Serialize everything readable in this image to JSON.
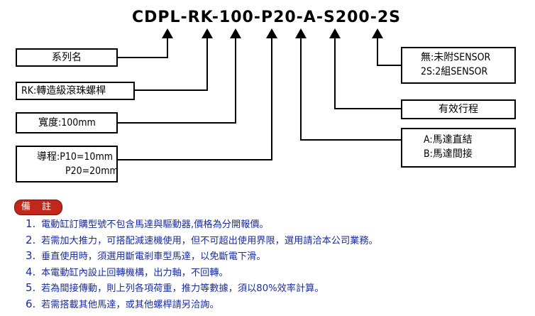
{
  "model_code": "CDPL-RK-100-P20-A-S200-2S",
  "left_boxes": [
    {
      "id": "series",
      "lines": [
        "系列名"
      ]
    },
    {
      "id": "screw",
      "lines": [
        "RK:轉造級滾珠螺桿"
      ]
    },
    {
      "id": "width",
      "lines": [
        "寬度:100mm"
      ]
    },
    {
      "id": "lead",
      "lines": [
        "導程:P10=10mm",
        "P20=20mm"
      ]
    }
  ],
  "right_boxes": [
    {
      "id": "sensor",
      "lines": [
        "無:未附SENSOR",
        "2S:2組SENSOR"
      ]
    },
    {
      "id": "stroke",
      "lines": [
        "有效行程"
      ]
    },
    {
      "id": "motor",
      "lines": [
        "A:馬達直結",
        "B:馬達間接"
      ]
    }
  ],
  "notes_label": "備 註",
  "notes": [
    {
      "num": "1.",
      "text": "電動缸訂購型號不包含馬達與驅動器,價格為分開報價。"
    },
    {
      "num": "2.",
      "text": "若需加大推力，可搭配減速機使用，但不可超出使用界限，選用請洽本公司業務。"
    },
    {
      "num": "3.",
      "text": "垂直使用時，須選用斷電剎車型馬達，以免斷電下滑。"
    },
    {
      "num": "4.",
      "text": "本電動缸內設止回轉機構，出力軸，不回轉。"
    },
    {
      "num": "5.",
      "text": "若為間接傳動，則上列各項荷重，推力等數據，須以80%效率計算。"
    },
    {
      "num": "6.",
      "text": "若需搭載其他馬達，或其他螺桿請另洽詢。"
    }
  ],
  "colors": {
    "badge_bg": "#c1281b",
    "notes_text": "#1a2c9c",
    "lines": "#000000"
  }
}
